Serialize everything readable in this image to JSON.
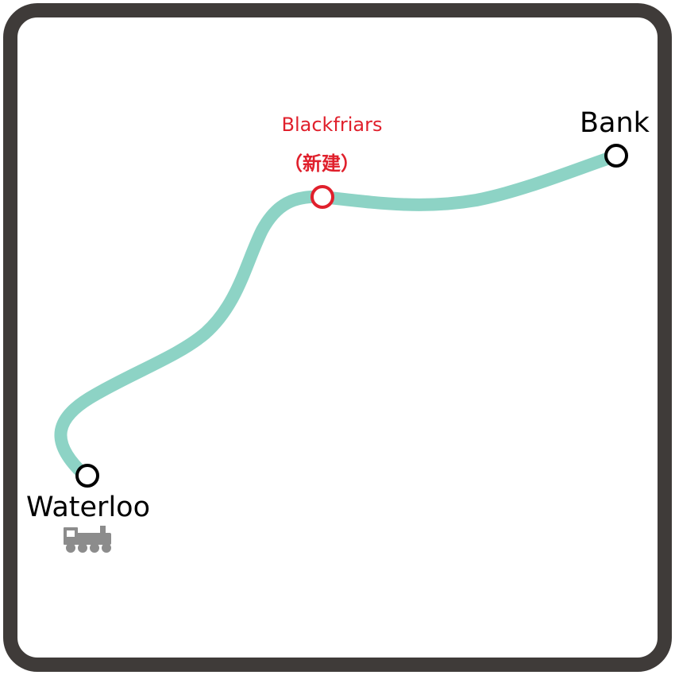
{
  "colors": {
    "frame": "#3f3b39",
    "background": "#ffffff",
    "line": "#8dd3c5",
    "station_stroke": "#000000",
    "new_station": "#e0202c",
    "rail_icon": "#8c8c8c"
  },
  "stations": {
    "waterloo": {
      "name": "Waterloo"
    },
    "blackfriars": {
      "name": "Blackfriars",
      "note": "（新建）"
    },
    "bank": {
      "name": "Bank"
    }
  },
  "icons": {
    "rail_interchange": "steam-locomotive-icon"
  }
}
